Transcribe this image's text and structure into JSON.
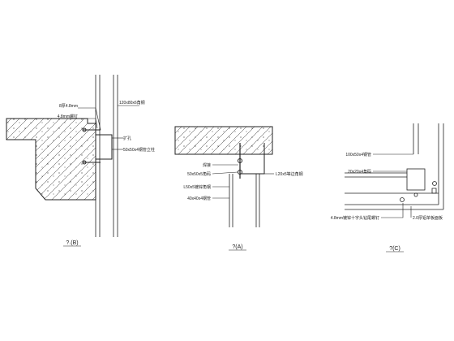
{
  "details": [
    {
      "caption": "?.(B)",
      "callouts": [
        "8厚4.8mm",
        "4.8mm螺钉",
        "120x80x6角钢",
        "扩孔",
        "50x50x4钢管立柱"
      ]
    },
    {
      "caption": "?(A)",
      "callouts": [
        "焊接",
        "50x50x5角码",
        "L50x5镀锌角钢",
        "40x40x4钢管",
        "L20x5等边角钢"
      ]
    },
    {
      "caption": "?(C)",
      "callouts": [
        "100x50x4钢管",
        "20x20x4角码",
        "4.8mm镀锌十字头钻尾螺钉",
        "2.0厚铝单板面板"
      ]
    }
  ]
}
